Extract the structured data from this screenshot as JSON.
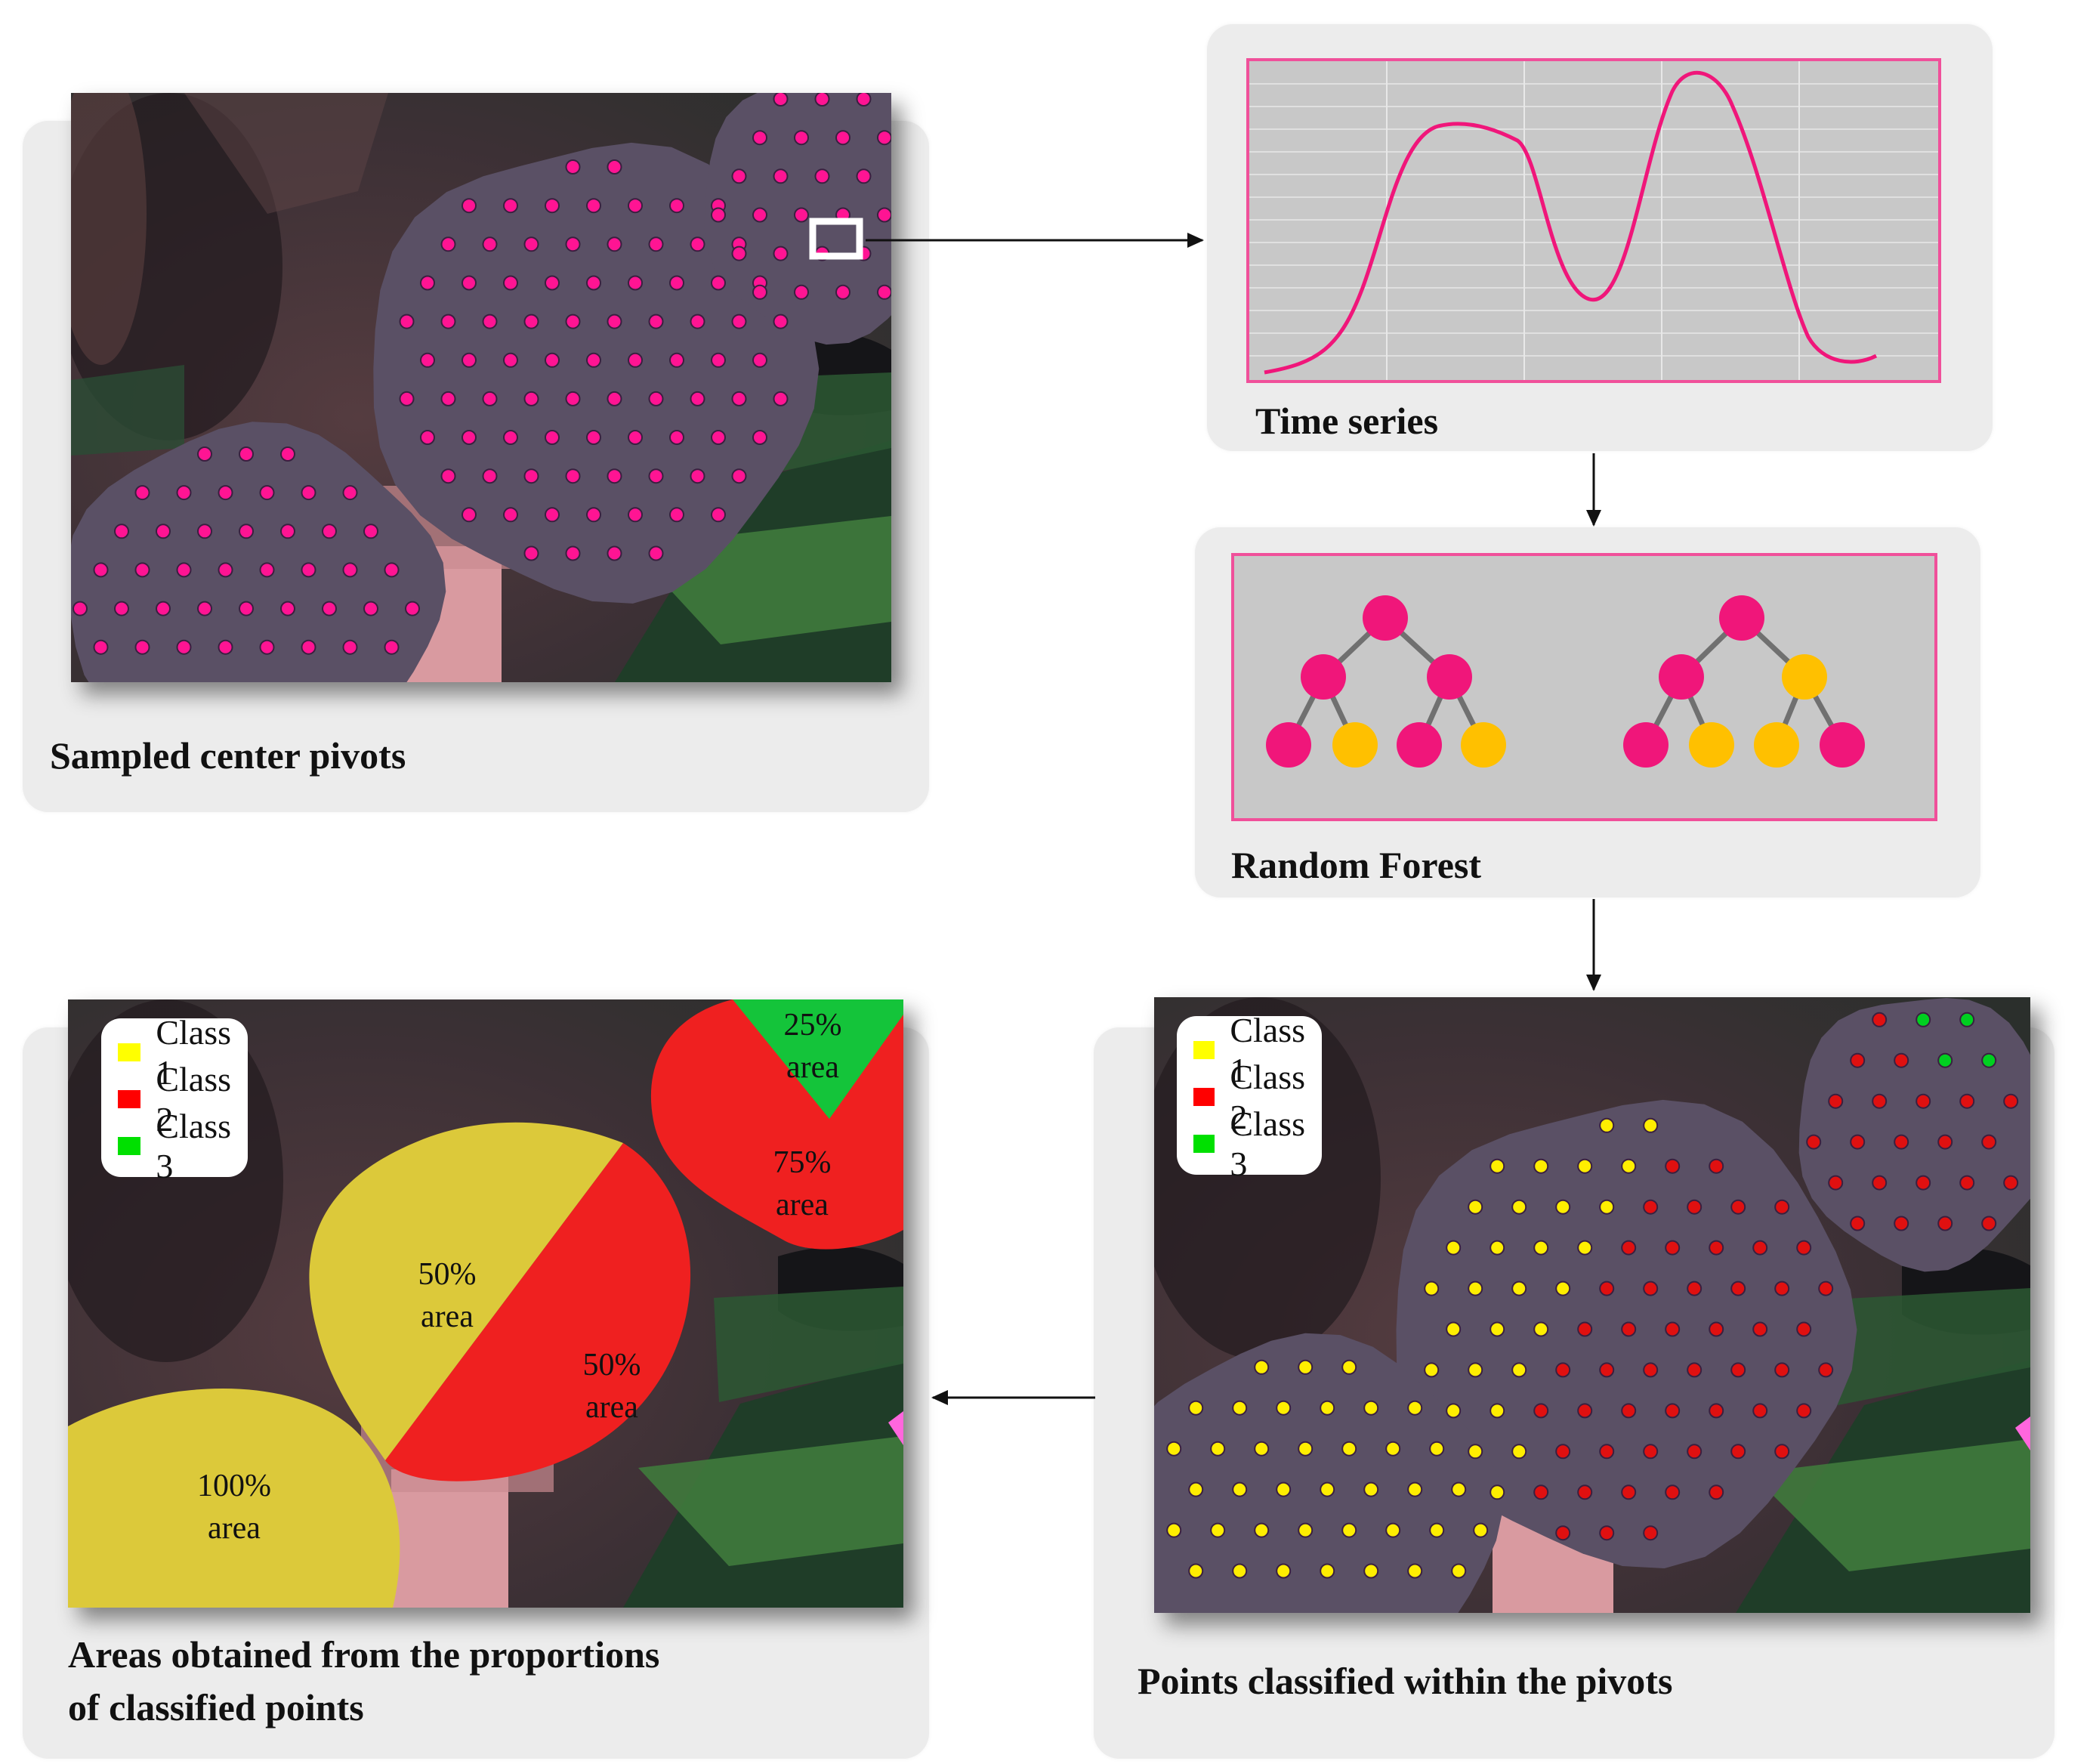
{
  "captions": {
    "sampled": "Sampled  center  pivots",
    "time_series": "Time  series",
    "random_forest": "Random  Forest",
    "classified": "Points  classified within  the  pivots",
    "areas_line1": "Areas  obtained  from  the  proportions",
    "areas_line2": "of classified  points"
  },
  "legend": {
    "items": [
      {
        "label": "Class 1",
        "color": "#ffff00"
      },
      {
        "label": "Class 2",
        "color": "#ff0000"
      },
      {
        "label": "Class 3",
        "color": "#00e000"
      }
    ]
  },
  "areas": {
    "a25_pct": "25%",
    "a25_word": "area",
    "a75_pct": "75%",
    "a75_word": "area",
    "a50y_pct": "50%",
    "a50y_word": "area",
    "a50r_pct": "50%",
    "a50r_word": "area",
    "a100_pct": "100%",
    "a100_word": "area"
  },
  "colors": {
    "pivot": "#5a5065",
    "point": "#ff1493",
    "class1": "#ffee00",
    "class2": "#e01010",
    "class3": "#00d020",
    "area_yellow": "#dcc93a",
    "area_red": "#ef2020",
    "area_green": "#14c43a",
    "tree_pink": "#f0167a",
    "tree_yellow": "#ffc000",
    "panel": "#ececec",
    "chart_bg": "#c8c8c8"
  },
  "trees": {
    "tree1_leaves": [
      "pink",
      "yellow",
      "pink",
      "yellow"
    ],
    "tree2_mid": [
      "pink",
      "yellow"
    ],
    "tree2_leaves": [
      "pink",
      "yellow",
      "yellow",
      "pink"
    ]
  }
}
